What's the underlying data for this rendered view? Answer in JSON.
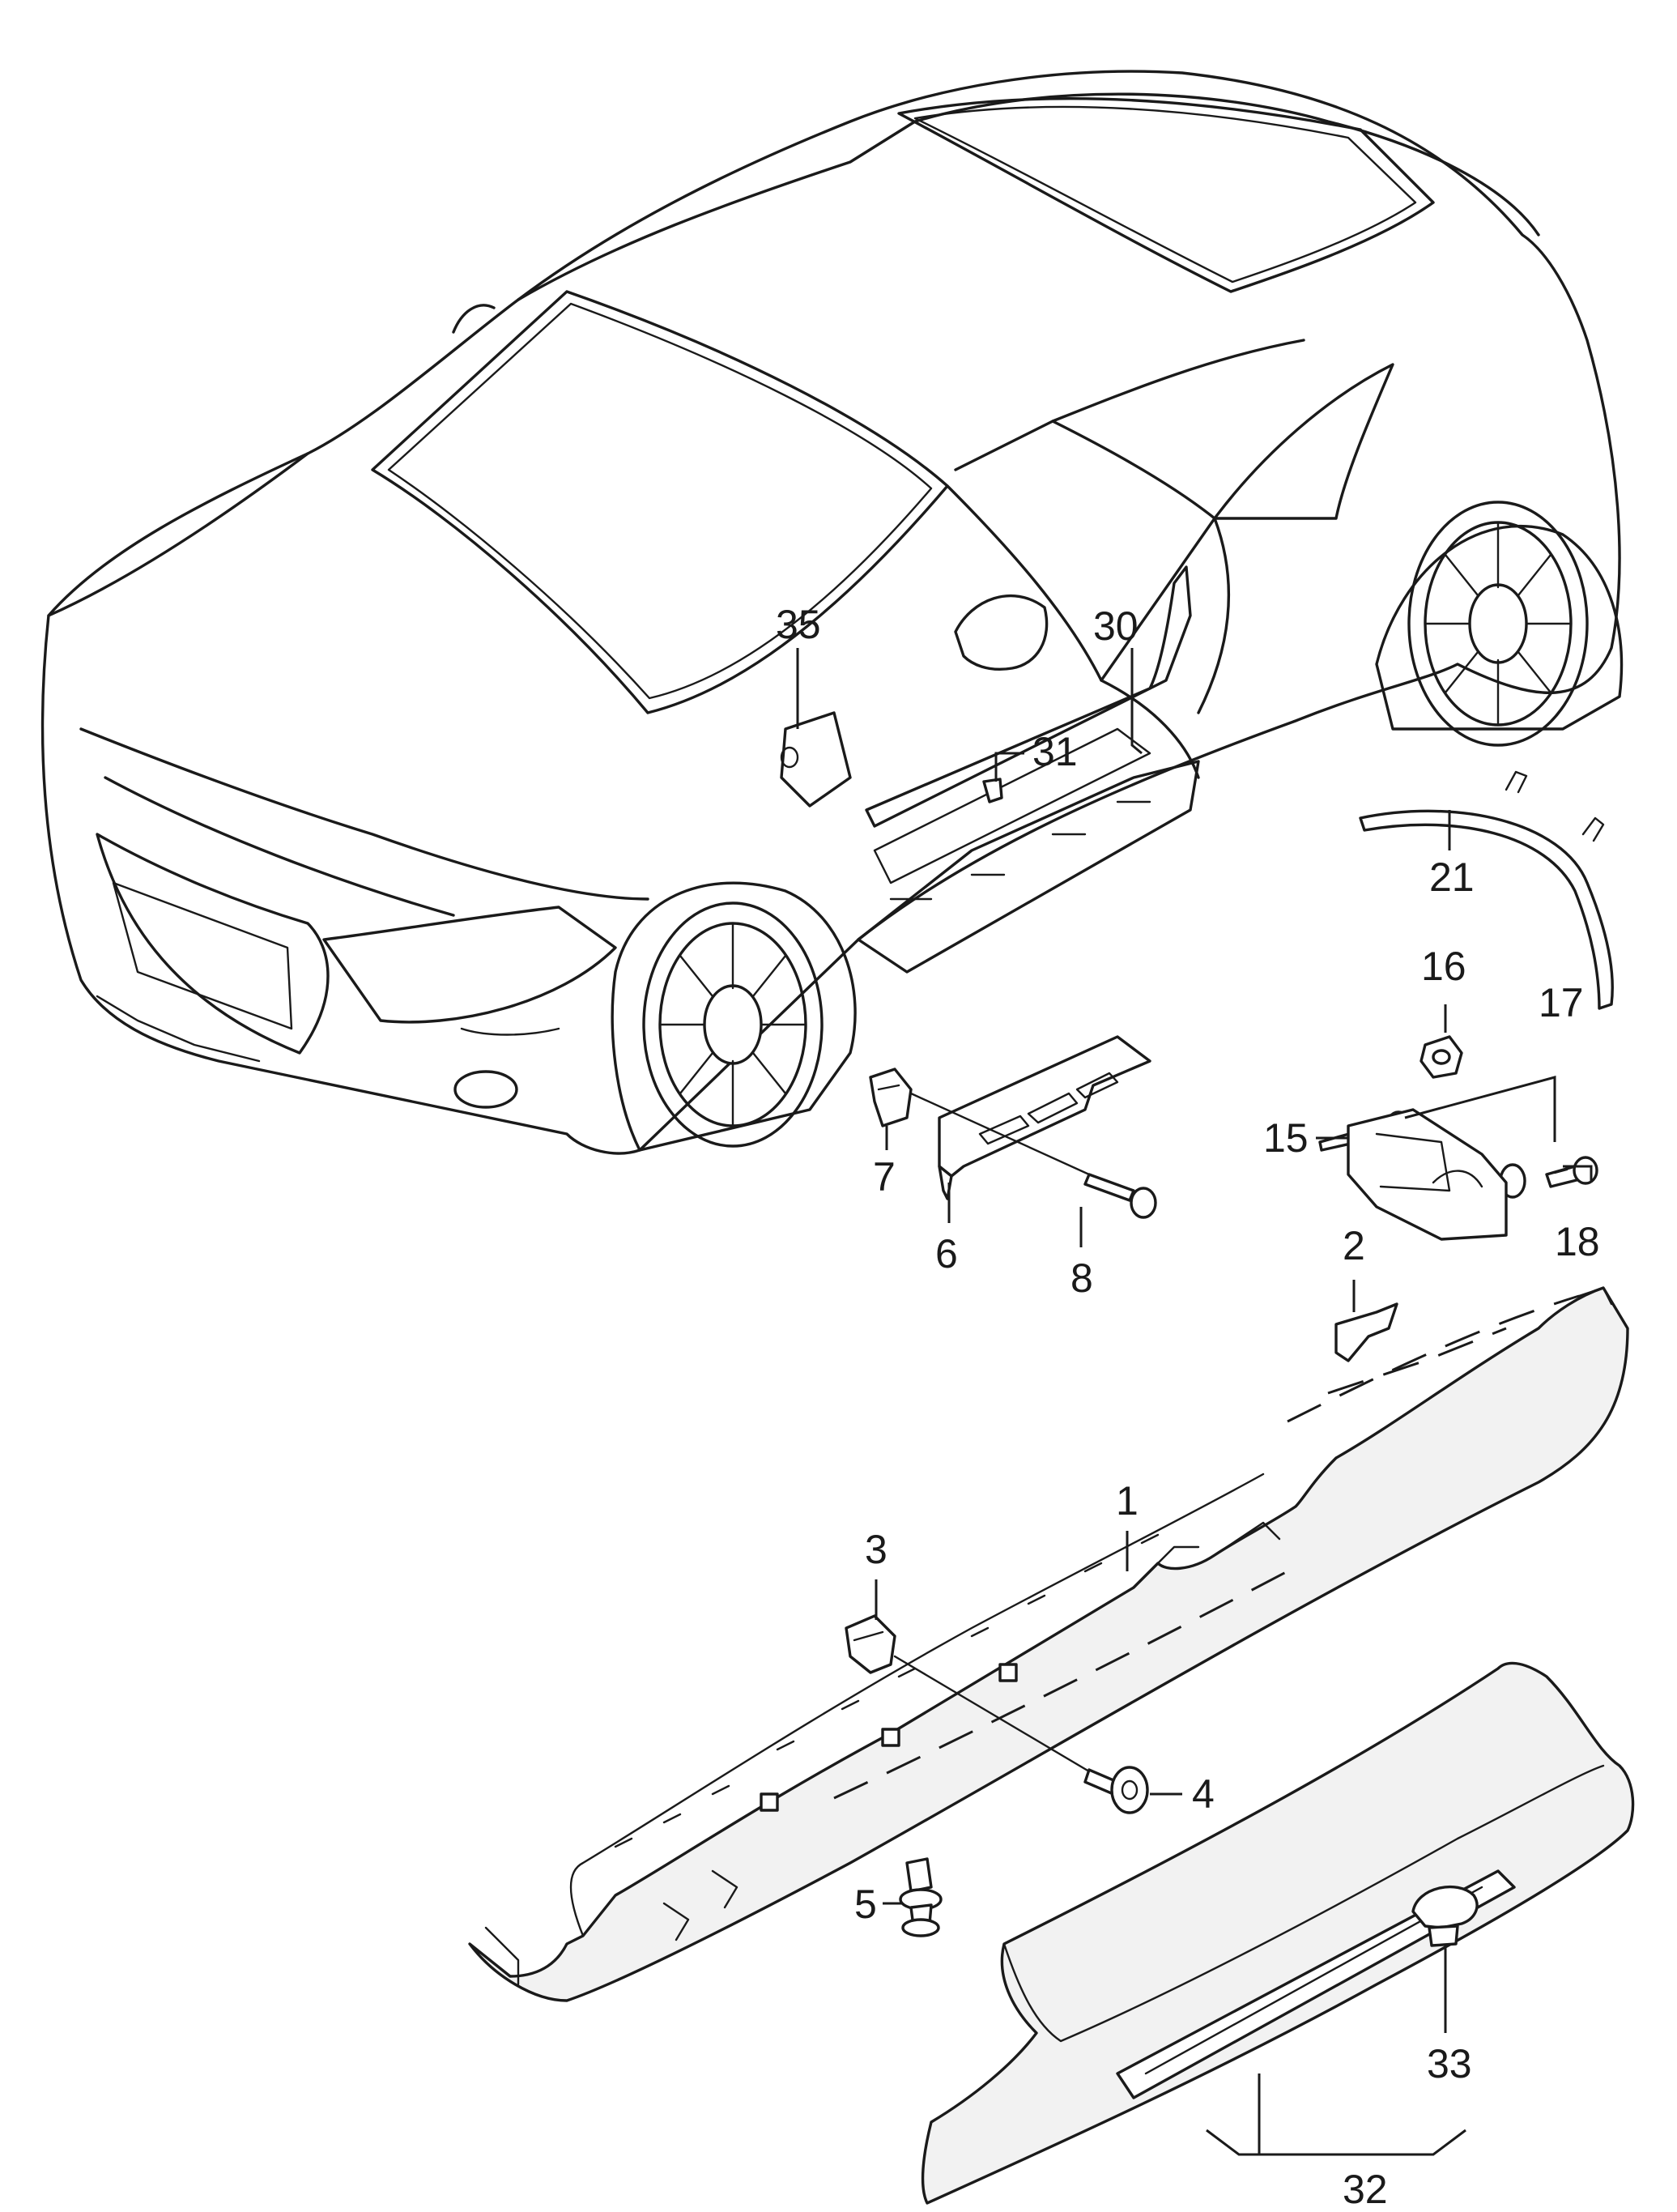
{
  "callouts": {
    "c1": "1",
    "c2": "2",
    "c3": "3",
    "c4": "4",
    "c5": "5",
    "c6": "6",
    "c7": "7",
    "c8": "8",
    "c15": "15",
    "c16": "16",
    "c17": "17",
    "c18": "18",
    "c21": "21",
    "c30": "30",
    "c31": "31",
    "c32": "32",
    "c33": "33",
    "c35": "35"
  }
}
